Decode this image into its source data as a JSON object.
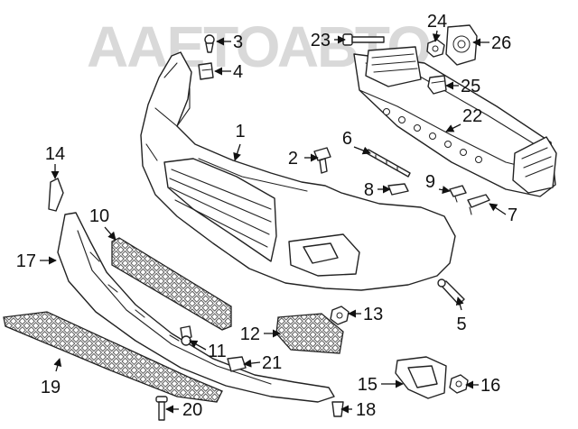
{
  "watermark": {
    "text": "ААЕТОАВТО",
    "color": "#d9d9d9"
  },
  "colors": {
    "line": "#222222",
    "background": "#ffffff"
  },
  "callouts": {
    "c1": "1",
    "c2": "2",
    "c3": "3",
    "c4": "4",
    "c5": "5",
    "c6": "6",
    "c7": "7",
    "c8": "8",
    "c9": "9",
    "c10": "10",
    "c11": "11",
    "c12": "12",
    "c13": "13",
    "c14": "14",
    "c15": "15",
    "c16": "16",
    "c17": "17",
    "c18": "18",
    "c19": "19",
    "c20": "20",
    "c21": "21",
    "c22": "22",
    "c23": "23",
    "c24": "24",
    "c25": "25",
    "c26": "26"
  }
}
